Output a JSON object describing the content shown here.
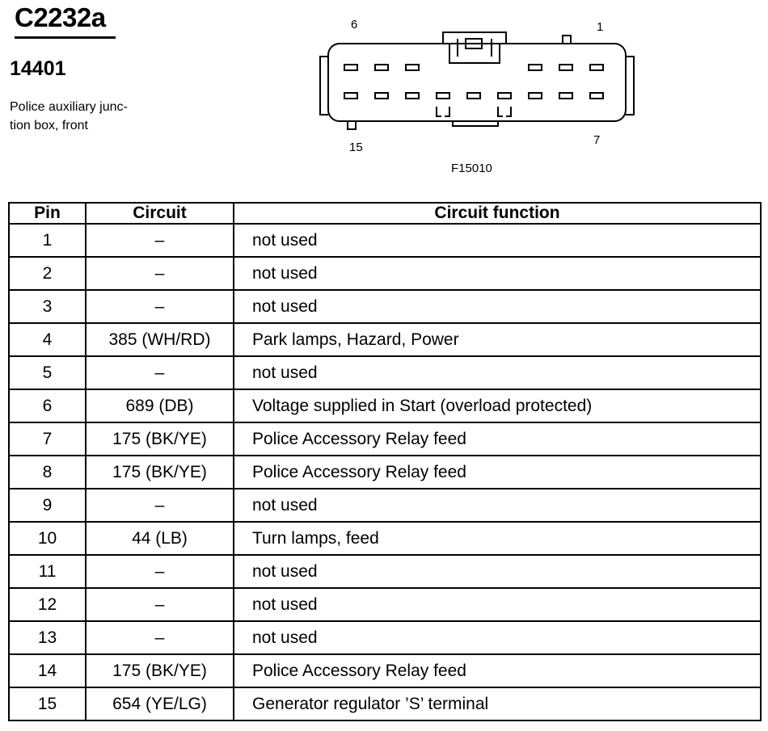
{
  "header": {
    "connector_id": "C2232a",
    "part_number": "14401",
    "description_lines": [
      "Police auxiliary junc-",
      "tion box, front"
    ]
  },
  "diagram": {
    "pin_labels": {
      "top_left": "6",
      "top_right": "1",
      "bottom_left": "15",
      "bottom_right": "7"
    },
    "figure_code": "F15010"
  },
  "table": {
    "headers": [
      "Pin",
      "Circuit",
      "Circuit function"
    ],
    "rows": [
      {
        "pin": "1",
        "circuit": "–",
        "function": "not used"
      },
      {
        "pin": "2",
        "circuit": "–",
        "function": "not used"
      },
      {
        "pin": "3",
        "circuit": "–",
        "function": "not used"
      },
      {
        "pin": "4",
        "circuit": "385 (WH/RD)",
        "function": "Park lamps, Hazard, Power"
      },
      {
        "pin": "5",
        "circuit": "–",
        "function": "not used"
      },
      {
        "pin": "6",
        "circuit": "689 (DB)",
        "function": "Voltage supplied in Start (overload protected)"
      },
      {
        "pin": "7",
        "circuit": "175 (BK/YE)",
        "function": "Police Accessory Relay feed"
      },
      {
        "pin": "8",
        "circuit": "175 (BK/YE)",
        "function": "Police Accessory Relay feed"
      },
      {
        "pin": "9",
        "circuit": "–",
        "function": "not used"
      },
      {
        "pin": "10",
        "circuit": "44 (LB)",
        "function": "Turn lamps, feed"
      },
      {
        "pin": "11",
        "circuit": "–",
        "function": "not used"
      },
      {
        "pin": "12",
        "circuit": "–",
        "function": "not used"
      },
      {
        "pin": "13",
        "circuit": "–",
        "function": "not used"
      },
      {
        "pin": "14",
        "circuit": "175 (BK/YE)",
        "function": "Police Accessory Relay feed"
      },
      {
        "pin": "15",
        "circuit": "654 (YE/LG)",
        "function": "Generator regulator ’S’ terminal"
      }
    ]
  }
}
